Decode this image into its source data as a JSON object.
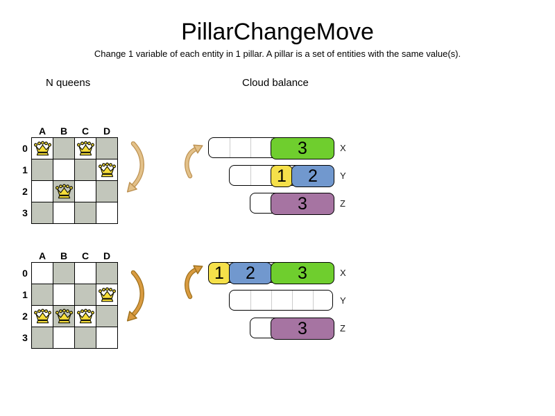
{
  "header": {
    "title": "PillarChangeMove",
    "subtitle": "Change 1 variable of each entity in 1 pillar. A pillar is a set of entities with the same value(s)."
  },
  "sections": {
    "nqueens_label": "N queens",
    "cloudbalance_label": "Cloud balance"
  },
  "board": {
    "columns": [
      "A",
      "B",
      "C",
      "D"
    ],
    "rows": [
      "0",
      "1",
      "2",
      "3"
    ]
  },
  "nqueens": {
    "before": {
      "queens": [
        {
          "col": "A",
          "row": "0"
        },
        {
          "col": "C",
          "row": "0"
        },
        {
          "col": "D",
          "row": "1"
        },
        {
          "col": "B",
          "row": "2"
        }
      ]
    },
    "after": {
      "queens": [
        {
          "col": "D",
          "row": "1"
        },
        {
          "col": "A",
          "row": "2"
        },
        {
          "col": "B",
          "row": "2"
        },
        {
          "col": "C",
          "row": "2"
        }
      ]
    }
  },
  "cloudbalance": {
    "before": {
      "bars": [
        {
          "label": "X",
          "capacity": 6,
          "segments": [
            {
              "type": "empty",
              "units": 3
            },
            {
              "type": "process",
              "value": "3",
              "color": "green",
              "units": 3
            }
          ]
        },
        {
          "label": "Y",
          "capacity": 5,
          "segments": [
            {
              "type": "empty",
              "units": 2
            },
            {
              "type": "process",
              "value": "1",
              "color": "yellow",
              "units": 1
            },
            {
              "type": "process",
              "value": "2",
              "color": "blue",
              "units": 2
            }
          ]
        },
        {
          "label": "Z",
          "capacity": 4,
          "segments": [
            {
              "type": "empty",
              "units": 1
            },
            {
              "type": "process",
              "value": "3",
              "color": "purple",
              "units": 3
            }
          ]
        }
      ]
    },
    "after": {
      "bars": [
        {
          "label": "X",
          "capacity": 6,
          "segments": [
            {
              "type": "process",
              "value": "1",
              "color": "yellow",
              "units": 1
            },
            {
              "type": "process",
              "value": "2",
              "color": "blue",
              "units": 2
            },
            {
              "type": "process",
              "value": "3",
              "color": "green",
              "units": 3
            }
          ]
        },
        {
          "label": "Y",
          "capacity": 5,
          "segments": [
            {
              "type": "empty",
              "units": 5
            }
          ]
        },
        {
          "label": "Z",
          "capacity": 4,
          "segments": [
            {
              "type": "empty",
              "units": 1
            },
            {
              "type": "process",
              "value": "3",
              "color": "purple",
              "units": 3
            }
          ]
        }
      ]
    }
  },
  "colors": {
    "process_green": "#6FCE2E",
    "process_yellow": "#F5E04A",
    "process_blue": "#7198CE",
    "process_purple": "#A674A2",
    "board_dark_cell": "#C2C6BB",
    "board_light_cell": "#FFFFFF",
    "queen_gold": "#F7DE3A",
    "arrow_tan_fill": "#E3C189",
    "arrow_tan_outline": "#BD9253",
    "arrow_orange_fill": "#D99B40",
    "arrow_orange_outline": "#9E701D"
  }
}
